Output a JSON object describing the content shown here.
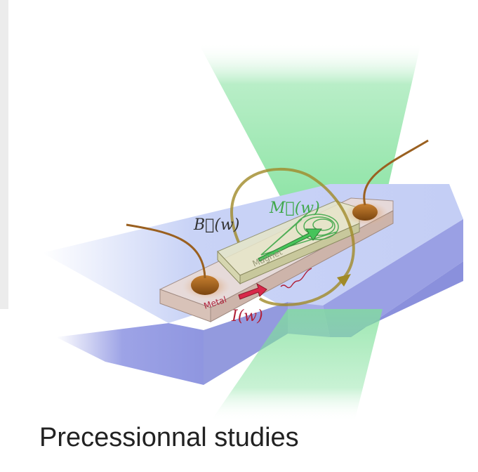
{
  "caption": "Precessionnal studies",
  "labels": {
    "field": "B⃗(w)",
    "magnetization": "M⃗(w)",
    "current": "I(w)",
    "magnet": "Magnet",
    "metal": "Metal"
  },
  "colors": {
    "laser": "#7fe09a",
    "substrate_top": "#c9d3f6",
    "substrate_front": "#9da3e6",
    "wire": "#9a6020",
    "field_loop": "#a08a28",
    "magnetization": "#3fa84a",
    "current": "#b0223a"
  }
}
